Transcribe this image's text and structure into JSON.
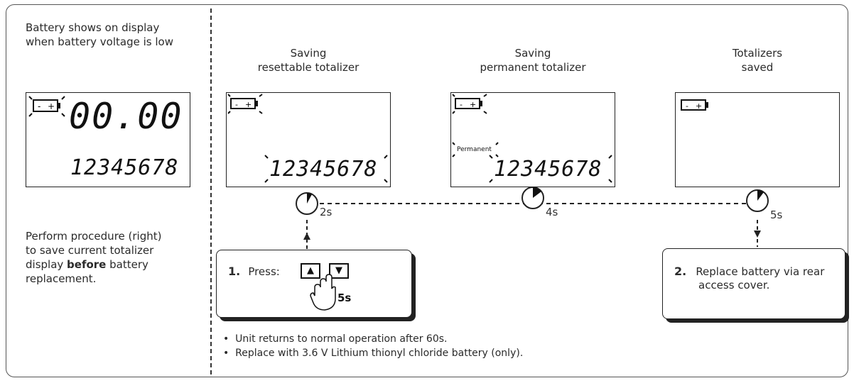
{
  "left_panel": {
    "intro_line1": "Battery shows on display",
    "intro_line2": "when battery voltage is low",
    "lcd_main": "00.00",
    "lcd_totalizer": "12345678",
    "procedure_line1": "Perform procedure (right)",
    "procedure_line2": "to save current totalizer",
    "procedure_line3_bold": "before",
    "procedure_line3_pre": "display ",
    "procedure_line3_post": " battery",
    "procedure_line4": "replacement."
  },
  "stages": [
    {
      "title_line1": "Saving",
      "title_line2": "resettable totalizer",
      "lcd_totalizer": "12345678",
      "timer": "2s"
    },
    {
      "title_line1": "Saving",
      "title_line2": "permanent totalizer",
      "lcd_label": "Permanent",
      "lcd_totalizer": "12345678",
      "timer": "4s"
    },
    {
      "title_line1": "Totalizers",
      "title_line2": "saved",
      "timer": "5s"
    }
  ],
  "step1": {
    "num": "1.",
    "text": "Press:",
    "up_key": "▲",
    "down_key": "▼",
    "hold_time": "5s"
  },
  "step2": {
    "num": "2.",
    "line1": "Replace battery via rear",
    "line2": "access cover."
  },
  "notes": [
    "Unit returns to normal operation after 60s.",
    "Replace with 3.6 V Lithium thionyl chloride battery (only)."
  ]
}
